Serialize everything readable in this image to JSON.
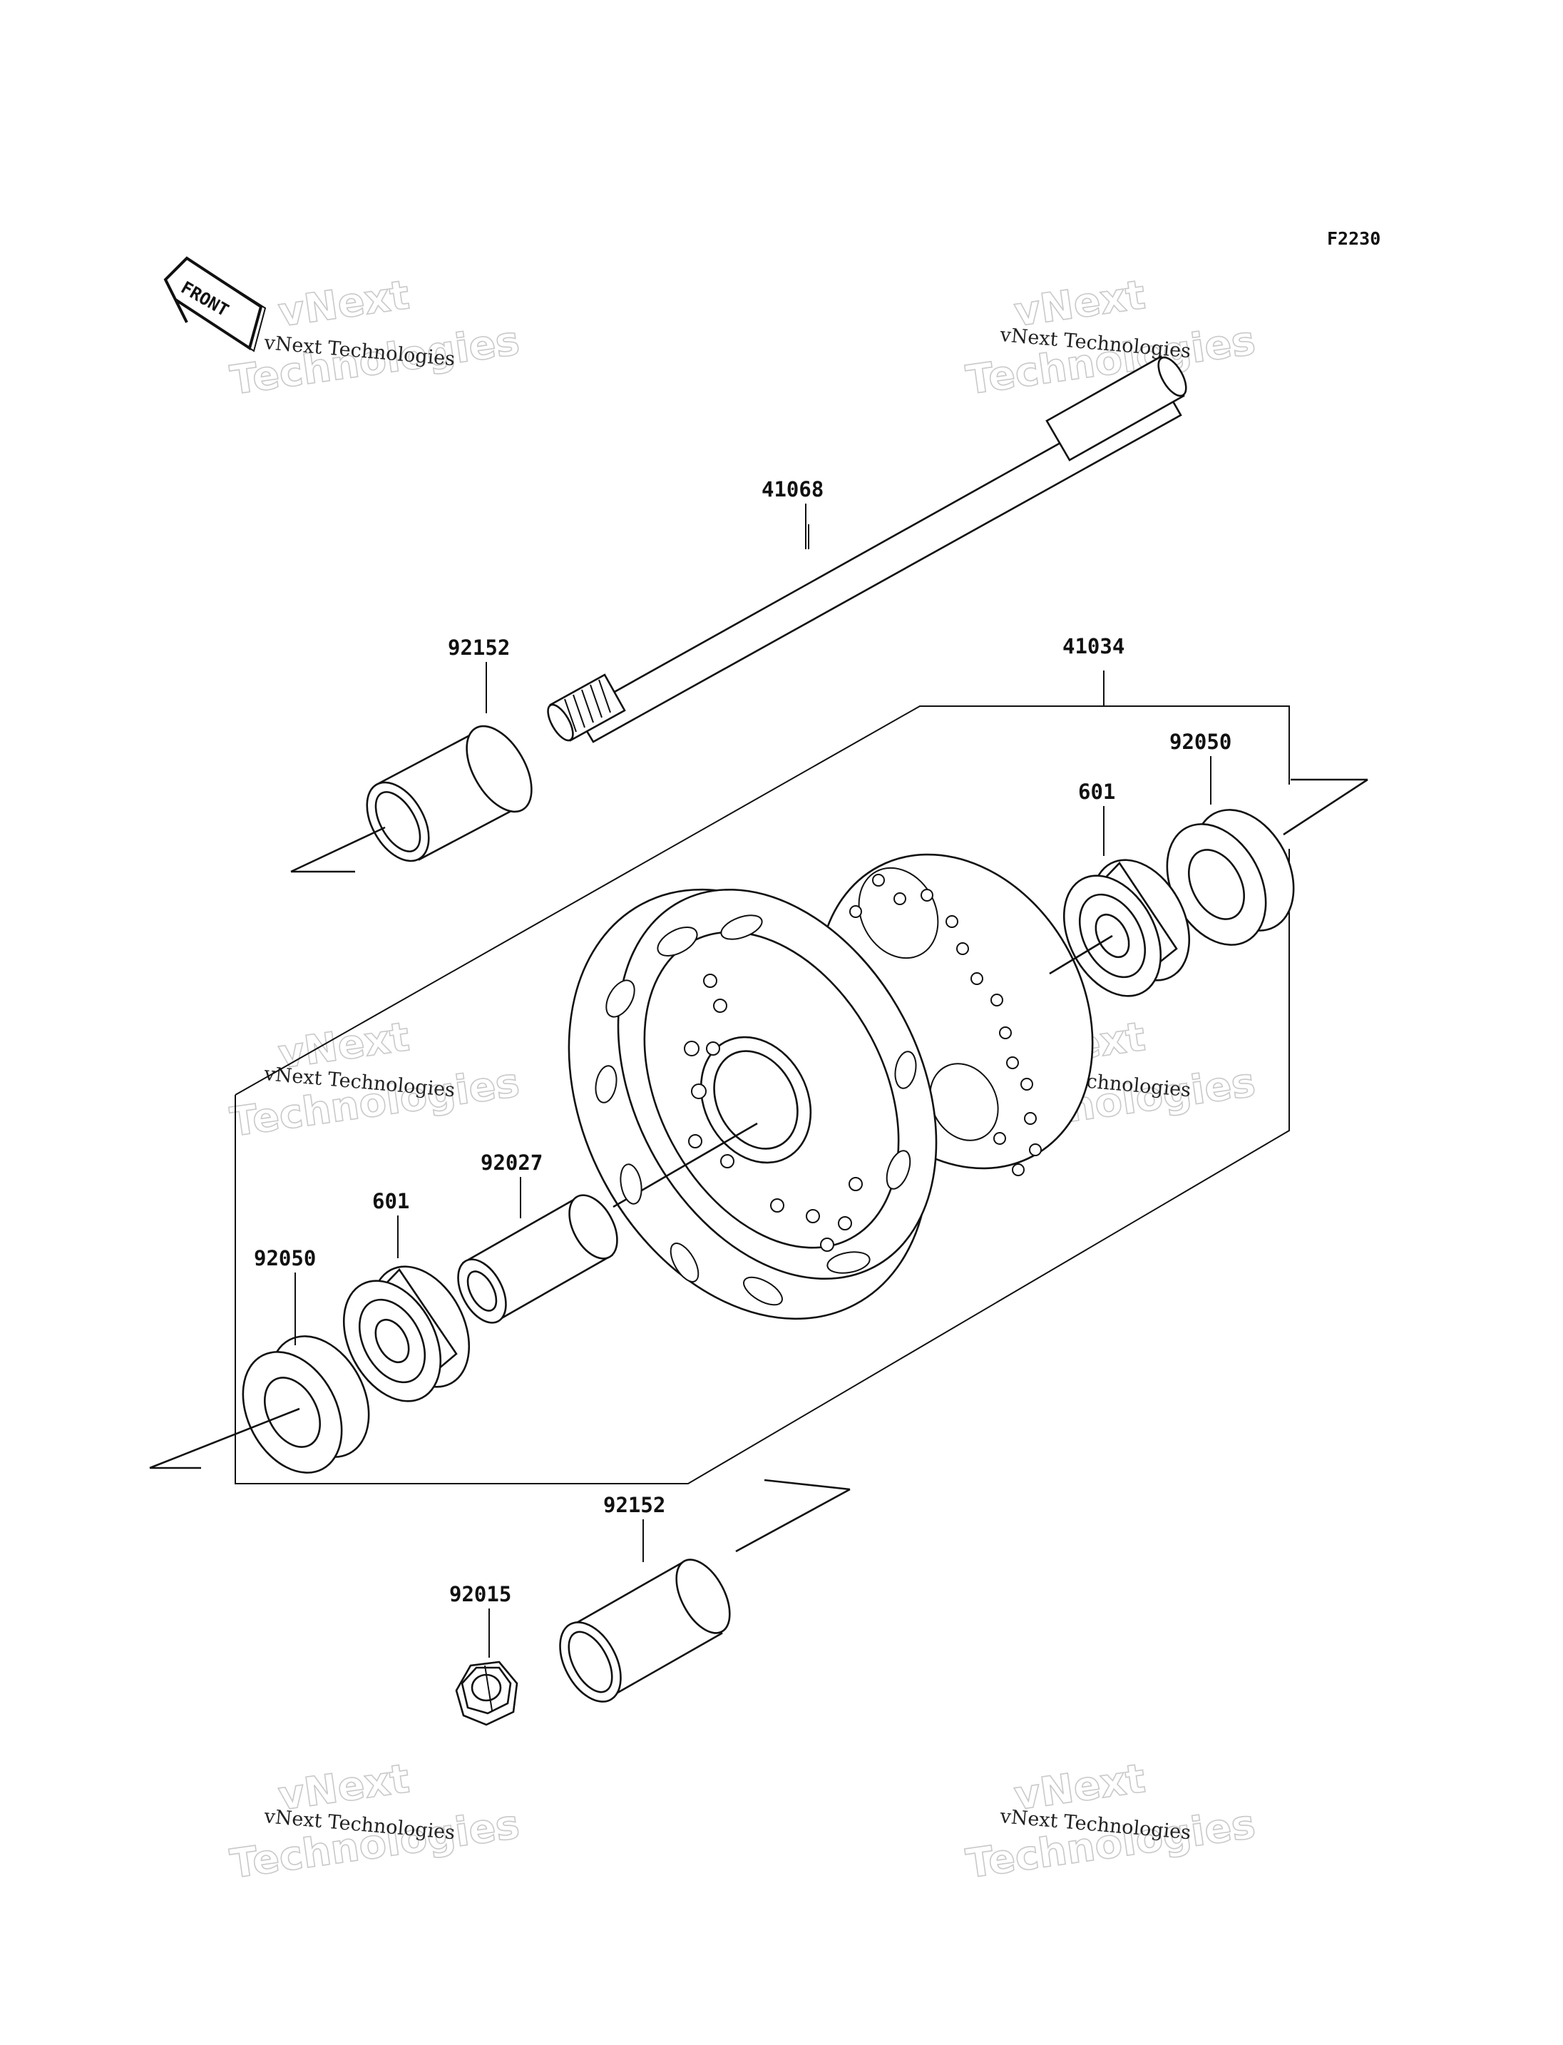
{
  "diagram_code": "F2230",
  "front_indicator": "FRONT",
  "watermark": {
    "small": "vNext Technologies",
    "line1": "vNext",
    "line2": "Technologies"
  },
  "parts": {
    "axle": "41068",
    "collar_top": "92152",
    "hub": "41034",
    "seal_right": "92050",
    "bearing_right": "601",
    "spacer": "92027",
    "bearing_left": "601",
    "seal_left": "92050",
    "collar_bottom": "92152",
    "nut": "92015"
  }
}
